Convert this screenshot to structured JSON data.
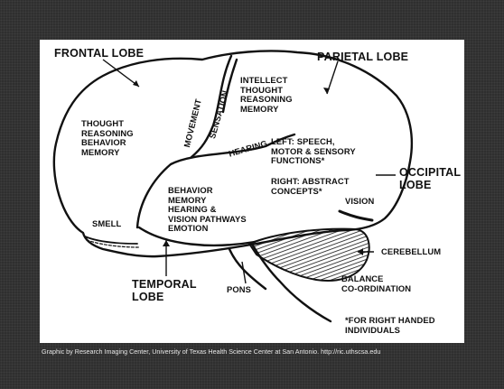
{
  "diagram": {
    "lobes": {
      "frontal": "FRONTAL LOBE",
      "parietal": "PARIETAL LOBE",
      "occipital": "OCCIPITAL\nLOBE",
      "temporal": "TEMPORAL\nLOBE"
    },
    "regions": {
      "cerebellum": "CEREBELLUM",
      "balance": "BALANCE\nCO-ORDINATION",
      "pons": "PONS",
      "smell": "SMELL",
      "hearing": "HEARING",
      "vision": "VISION",
      "movement": "MOVEMENT",
      "sensation": "SENSATION"
    },
    "functions": {
      "frontal": "THOUGHT\nREASONING\nBEHAVIOR\nMEMORY",
      "parietal": "INTELLECT\nTHOUGHT\nREASONING\nMEMORY",
      "left": "LEFT: SPEECH,\nMOTOR & SENSORY\nFUNCTIONS*",
      "right": "RIGHT: ABSTRACT\nCONCEPTS*",
      "temporal": "BEHAVIOR\nMEMORY\nHEARING &\nVISION PATHWAYS\nEMOTION"
    },
    "footnote": "*FOR RIGHT HANDED\nINDIVIDUALS"
  },
  "credit": "Graphic by Research Imaging Center, University of Texas Health Science Center at San Antonio.  http://ric.uthscsa.edu"
}
